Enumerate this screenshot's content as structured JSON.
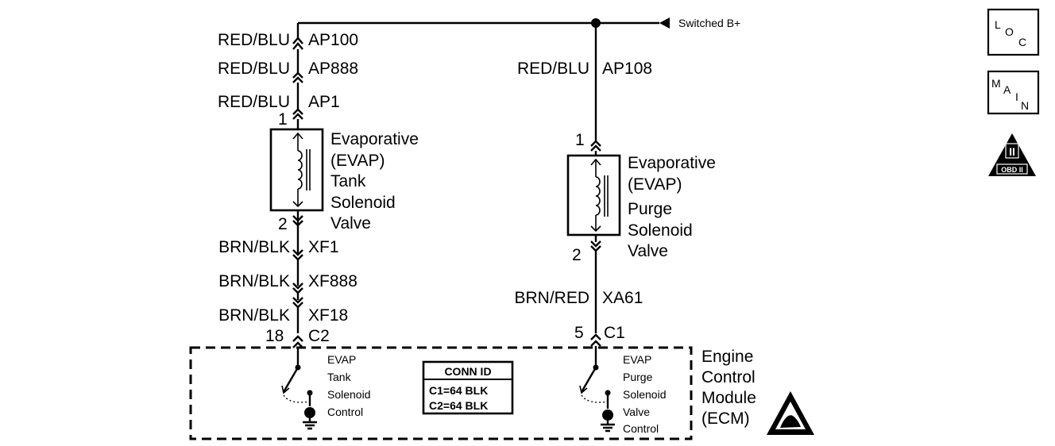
{
  "power_label": "Switched B+",
  "tank_side": {
    "wires_top": [
      {
        "color": "RED/BLU",
        "circuit": "AP100"
      },
      {
        "color": "RED/BLU",
        "circuit": "AP888"
      },
      {
        "color": "RED/BLU",
        "circuit": "AP1"
      }
    ],
    "pin_top": "1",
    "component": [
      "Evaporative",
      "(EVAP)",
      "Tank",
      "Solenoid",
      "Valve"
    ],
    "pin_bottom": "2",
    "wires_bottom": [
      {
        "color": "BRN/BLK",
        "circuit": "XF1"
      },
      {
        "color": "BRN/BLK",
        "circuit": "XF888"
      },
      {
        "color": "BRN/BLK",
        "circuit": "XF18"
      }
    ],
    "ecm_pin": "18",
    "ecm_connector": "C2",
    "driver_label": [
      "EVAP",
      "Tank",
      "Solenoid",
      "Control"
    ]
  },
  "purge_side": {
    "wire_top": {
      "color": "RED/BLU",
      "circuit": "AP108"
    },
    "pin_top": "1",
    "component": [
      "Evaporative",
      "(EVAP)",
      "Purge",
      "Solenoid",
      "Valve"
    ],
    "pin_bottom": "2",
    "wire_bottom": {
      "color": "BRN/RED",
      "circuit": "XA61"
    },
    "ecm_pin": "5",
    "ecm_connector": "C1",
    "driver_label": [
      "EVAP",
      "Purge",
      "Solenoid",
      "Valve",
      "Control"
    ]
  },
  "conn_id": {
    "title": "CONN ID",
    "rows": [
      "C1=64 BLK",
      "C2=64 BLK"
    ]
  },
  "ecm_label": [
    "Engine",
    "Control",
    "Module",
    "(ECM)"
  ],
  "icons": {
    "loc": {
      "letters": [
        "L",
        "O",
        "C"
      ]
    },
    "main": {
      "letters": [
        "M",
        "A",
        "I",
        "N"
      ]
    },
    "obd": {
      "label": "OBD II",
      "numeral": "II"
    },
    "esd": "esd-warning-icon"
  }
}
